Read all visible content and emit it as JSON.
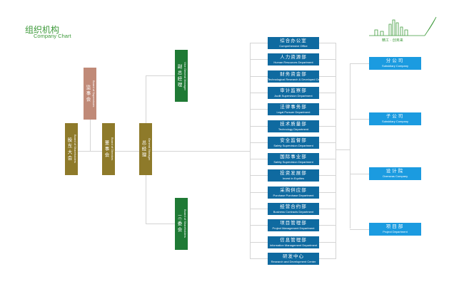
{
  "header": {
    "title": "组织机构",
    "subtitle": "Company Chart"
  },
  "colors": {
    "supervisor": "#c08a78",
    "board": "#8e7a2a",
    "management": "#1f7a35",
    "department": "#0f6aa0",
    "subsidiary": "#1b9be0",
    "logo": "#3d9a3a"
  },
  "logo": {
    "icon": "city-skyline-quill-logo"
  },
  "governance": {
    "supervisors": {
      "zh": "监事会",
      "en": "Board of Supervisors"
    },
    "shareholders": {
      "zh": "股东大会",
      "en": "Board of Shareholders"
    },
    "directors": {
      "zh": "董事会",
      "en": "Board of Directors"
    },
    "general_manager": {
      "zh": "总经理",
      "en": "General Manager"
    },
    "vice_general_manager": {
      "zh": "副总经理",
      "en": "Vice General Manager"
    },
    "committees": {
      "zh": "三委会",
      "en": "Board of Shareholders"
    }
  },
  "departments": [
    {
      "zh": "综合办公室",
      "en": "Comprehensive Office"
    },
    {
      "zh": "人力资源部",
      "en": "Human Resources Department"
    },
    {
      "zh": "财务资金部",
      "en": "Technological Research & Developed Center"
    },
    {
      "zh": "审计监察部",
      "en": "Audit Supervision Department"
    },
    {
      "zh": "法律事务部",
      "en": "Legal Pursuer Department"
    },
    {
      "zh": "技术质量部",
      "en": "Technology Department"
    },
    {
      "zh": "安全监督部",
      "en": "Safety Supervision Department"
    },
    {
      "zh": "国际事业部",
      "en": "Safety Supervision Department"
    },
    {
      "zh": "投资发展部",
      "en": "Invest in Equities"
    },
    {
      "zh": "采购供应部",
      "en": "Purchase Purchase Department"
    },
    {
      "zh": "经营合约部",
      "en": "Business Contracts Department"
    },
    {
      "zh": "项目管理部",
      "en": "Project Management Department"
    },
    {
      "zh": "信息管理部",
      "en": "Information Management Department"
    },
    {
      "zh": "研发中心",
      "en": "Research and Development Center"
    }
  ],
  "subsidiaries": [
    {
      "zh": "分公司",
      "en": "Subsidiary Company"
    },
    {
      "zh": "子公司",
      "en": "Subsidiary Company"
    },
    {
      "zh": "设计院",
      "en": "Overseas Company"
    },
    {
      "zh": "项目部",
      "en": "Project Department"
    }
  ]
}
